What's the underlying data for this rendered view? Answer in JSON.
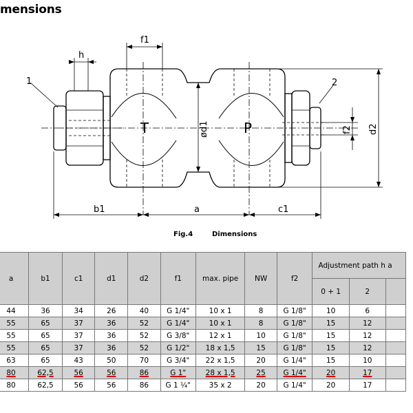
{
  "heading": "mensions",
  "drawing": {
    "labels": {
      "f1": "f1",
      "h": "h",
      "one": "1",
      "two": "2",
      "t": "T",
      "p": "P",
      "d1": "ød1",
      "f2": "f2",
      "d2": "d2",
      "b1": "b1",
      "a": "a",
      "c1": "c1"
    }
  },
  "caption": {
    "fig": "Fig.4",
    "title": "Dimensions"
  },
  "table": {
    "headers": [
      "a",
      "b1",
      "c1",
      "d1",
      "d2",
      "f1",
      "max. pipe",
      "NW",
      "f2"
    ],
    "adjustment_header": "Adjustment path h a",
    "adjustment_sub": [
      "0 + 1",
      "2"
    ],
    "rows": [
      [
        "44",
        "36",
        "34",
        "26",
        "40",
        "G 1/4\"",
        "10 x 1",
        "8",
        "G 1/8\"",
        "10",
        "6"
      ],
      [
        "55",
        "65",
        "37",
        "36",
        "52",
        "G 1/4\"",
        "10 x 1",
        "8",
        "G 1/8\"",
        "15",
        "12"
      ],
      [
        "55",
        "65",
        "37",
        "36",
        "52",
        "G 3/8\"",
        "12 x 1",
        "10",
        "G 1/8\"",
        "15",
        "12"
      ],
      [
        "55",
        "65",
        "37",
        "36",
        "52",
        "G 1/2\"",
        "18 x 1,5",
        "15",
        "G 1/8\"",
        "15",
        "12"
      ],
      [
        "63",
        "65",
        "43",
        "50",
        "70",
        "G 3/4\"",
        "22 x 1,5",
        "20",
        "G 1/4\"",
        "15",
        "10"
      ],
      [
        "80",
        "62,5",
        "56",
        "56",
        "86",
        "G 1\"",
        "28 x 1,5",
        "25",
        "G 1/4\"",
        "20",
        "17"
      ],
      [
        "80",
        "62,5",
        "56",
        "56",
        "86",
        "G 1 ¼\"",
        "35 x 2",
        "20",
        "G 1/4\"",
        "20",
        "17"
      ]
    ]
  }
}
